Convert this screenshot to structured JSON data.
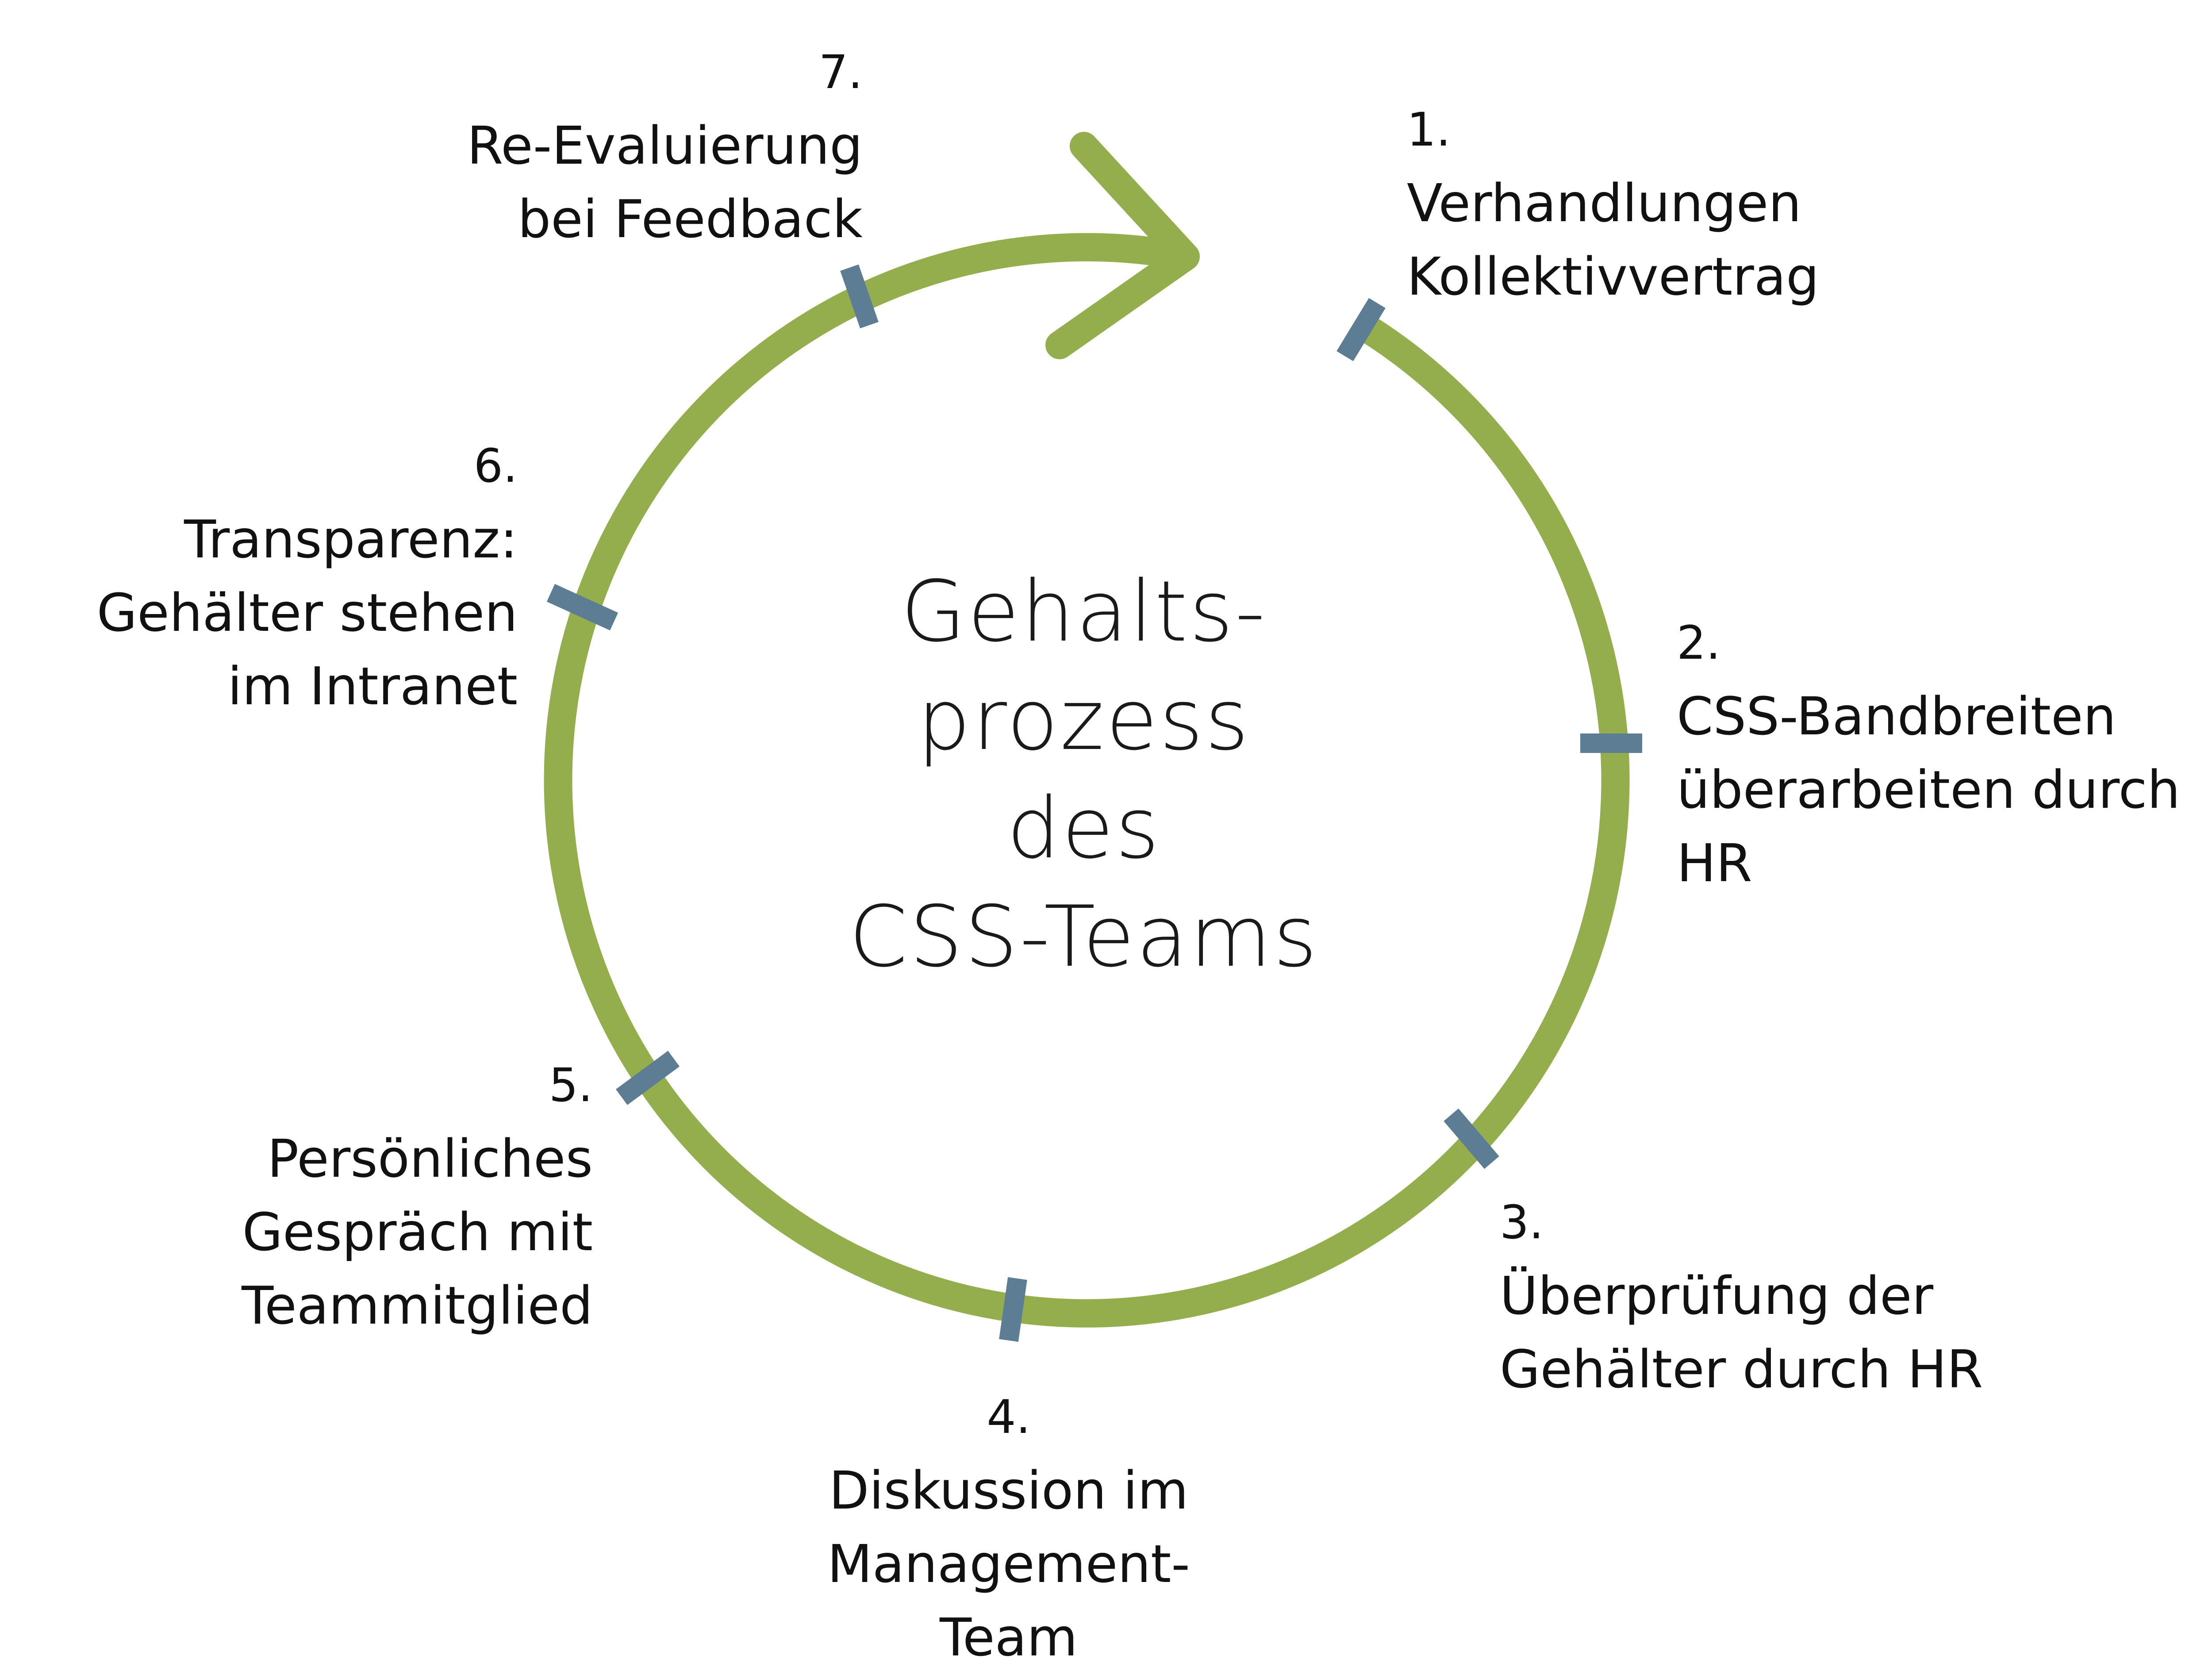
{
  "diagram": {
    "title_lines": [
      "Gehalts-",
      "prozess",
      "des",
      "CSS-Teams"
    ],
    "colors": {
      "cycle": "#94ad4d",
      "markers": "#5d7d94",
      "text": "#111111"
    },
    "steps": [
      {
        "num": "1.",
        "lines": [
          "Verhandlungen",
          "Kollektivvertrag"
        ]
      },
      {
        "num": "2.",
        "lines": [
          "CSS-Bandbreiten",
          "überarbeiten durch",
          "HR"
        ]
      },
      {
        "num": "3.",
        "lines": [
          "Überprüfung der",
          "Gehälter durch HR"
        ]
      },
      {
        "num": "4.",
        "lines": [
          "Diskussion im",
          "Management-",
          "Team"
        ]
      },
      {
        "num": "5.",
        "lines": [
          "Persönliches",
          "Gespräch mit",
          "Teammitglied"
        ]
      },
      {
        "num": "6.",
        "lines": [
          "Transparenz:",
          "Gehälter stehen",
          "im Intranet"
        ]
      },
      {
        "num": "7.",
        "lines": [
          "Re-Evaluierung",
          "bei Feedback"
        ]
      }
    ]
  }
}
